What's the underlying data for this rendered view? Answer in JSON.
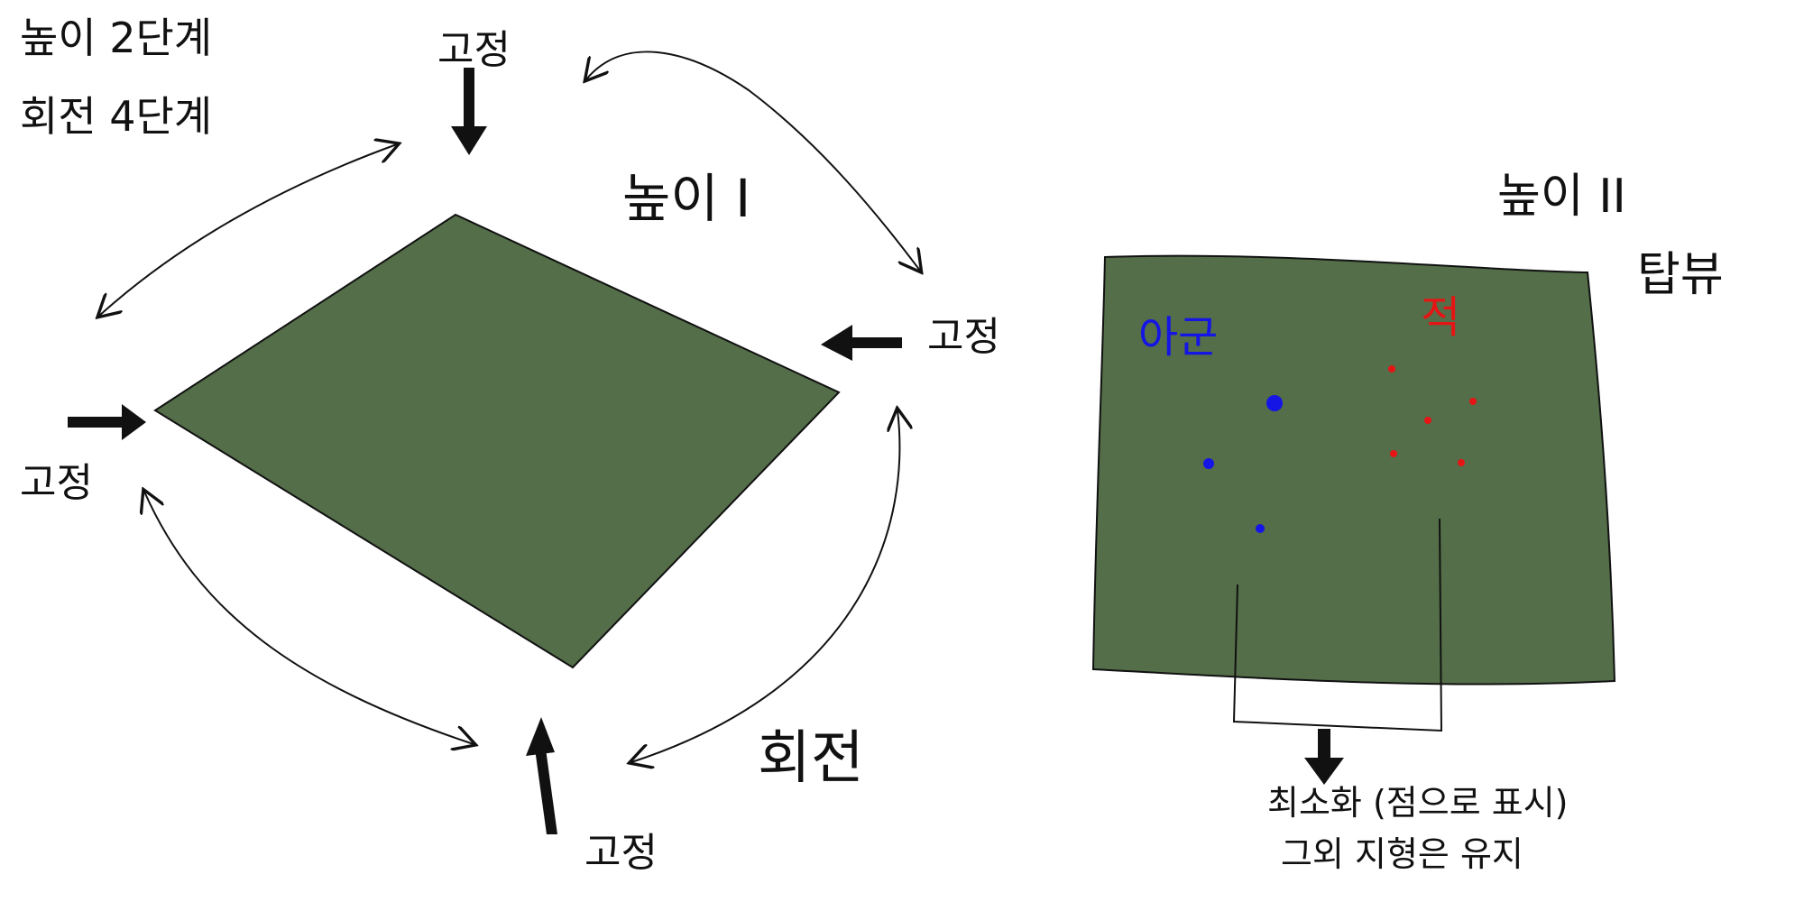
{
  "notes": {
    "height_levels": "높이 2단계",
    "rotation_levels": "회전 4단계"
  },
  "left_view": {
    "height_label": "높이 I",
    "fixed_top": "고정",
    "fixed_right": "고정",
    "fixed_left": "고정",
    "fixed_bottom": "고정",
    "rotation_label": "회전",
    "terrain_color": "#536e48"
  },
  "right_view": {
    "height_label": "높이 II",
    "top_view_label": "탑뷰",
    "ally_label": "아군",
    "enemy_label": "적",
    "ally_color": "#1515e6",
    "enemy_color": "#e61515",
    "terrain_color": "#536e48",
    "caption_line1": "최소화 (점으로 표시)",
    "caption_line2": "그외 지형은 유지"
  }
}
